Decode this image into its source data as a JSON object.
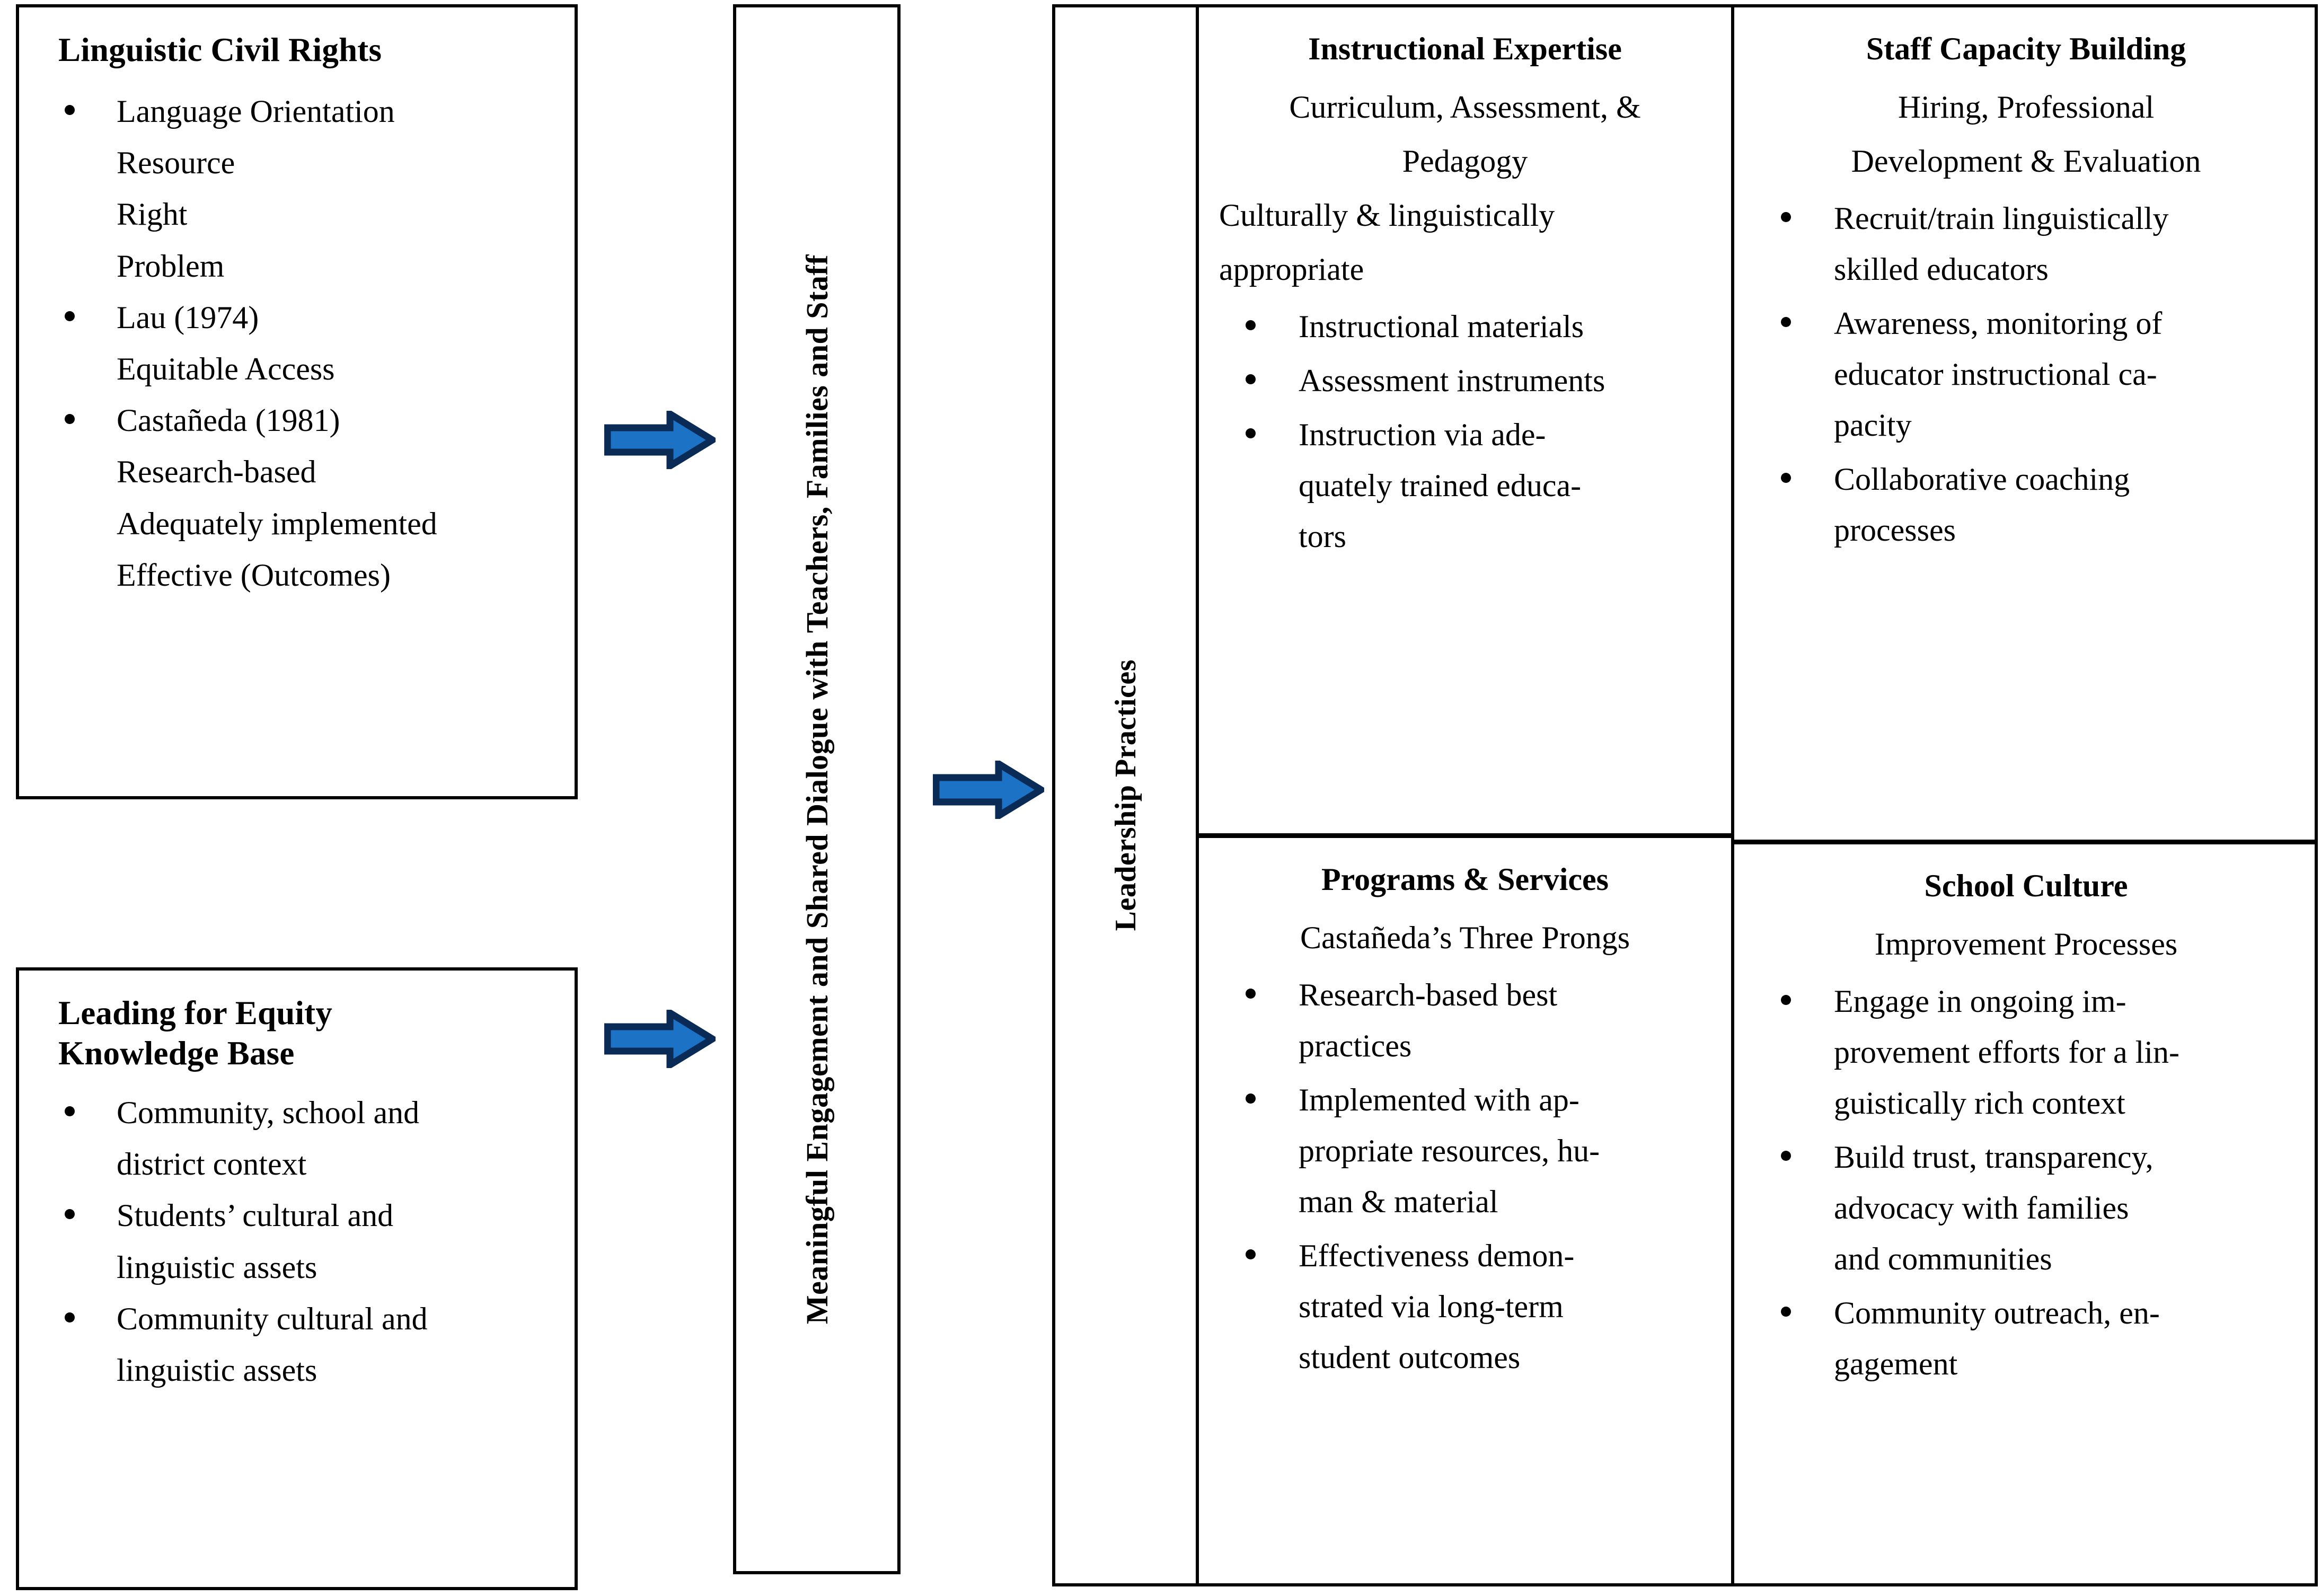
{
  "colors": {
    "arrow_fill": "#1C72C4",
    "arrow_outline": "#0A2B55",
    "border": "#000000",
    "background": "#FFFFFF",
    "text": "#000000"
  },
  "left_column": {
    "linguistic_civil_rights": {
      "title": "Linguistic Civil Rights",
      "items": [
        {
          "bullet": true,
          "text": "Language Orientation"
        },
        {
          "bullet": false,
          "text": "Resource"
        },
        {
          "bullet": false,
          "text": "Right"
        },
        {
          "bullet": false,
          "text": "Problem"
        },
        {
          "bullet": true,
          "text": "Lau (1974)"
        },
        {
          "bullet": false,
          "text": "Equitable Access"
        },
        {
          "bullet": true,
          "text": "Castañeda (1981)"
        },
        {
          "bullet": false,
          "text": "Research-based"
        },
        {
          "bullet": false,
          "text": "Adequately implemented"
        },
        {
          "bullet": false,
          "text": "Effective (Outcomes)"
        }
      ]
    },
    "leading_for_equity": {
      "title_line1": "Leading for Equity",
      "title_line2": "Knowledge Base",
      "items": [
        {
          "bullet": true,
          "text": "Community, school and"
        },
        {
          "bullet": false,
          "text": "district context"
        },
        {
          "bullet": true,
          "text": "Students’ cultural and"
        },
        {
          "bullet": false,
          "text": "linguistic assets"
        },
        {
          "bullet": true,
          "text": "Community cultural and"
        },
        {
          "bullet": false,
          "text": "linguistic assets"
        }
      ]
    }
  },
  "middle_box": {
    "label": "Meaningful Engagement and Shared Dialogue with Teachers, Families and Staff"
  },
  "right_table": {
    "leadership_practices_label": "Leadership Practices",
    "quadrants": [
      {
        "id": "instructional-expertise",
        "title": "Instructional Expertise",
        "subtitle_lines": [
          "Curriculum, Assessment, &",
          "Pedagogy"
        ],
        "subtitle_align": "center",
        "body_lines": [
          "Culturally & linguistically",
          "appropriate"
        ],
        "body_align": "left",
        "bullets": [
          [
            "Instructional materials"
          ],
          [
            "Assessment instruments"
          ],
          [
            "Instruction via ade-",
            "quately trained educa-",
            "tors"
          ]
        ]
      },
      {
        "id": "staff-capacity-building",
        "title": "Staff Capacity Building",
        "subtitle_lines": [
          "Hiring, Professional",
          "Development & Evaluation"
        ],
        "subtitle_align": "center",
        "body_lines": [],
        "body_align": "left",
        "bullets": [
          [
            "Recruit/train linguistically",
            "skilled educators"
          ],
          [
            "Awareness, monitoring of",
            "educator instructional ca-",
            "pacity"
          ],
          [
            "Collaborative coaching",
            "processes"
          ]
        ]
      },
      {
        "id": "programs-and-services",
        "title": "Programs & Services",
        "subtitle_lines": [
          "Castañeda’s Three Prongs"
        ],
        "subtitle_align": "center",
        "body_lines": [],
        "body_align": "left",
        "bullets": [
          [
            "Research-based best",
            "practices"
          ],
          [
            "Implemented with ap-",
            "propriate resources, hu-",
            "man & material"
          ],
          [
            "Effectiveness demon-",
            "strated via long-term",
            "student outcomes"
          ]
        ]
      },
      {
        "id": "school-culture",
        "title": "School Culture",
        "subtitle_lines": [
          "Improvement Processes"
        ],
        "subtitle_align": "center",
        "body_lines": [],
        "body_align": "left",
        "bullets": [
          [
            "Engage in ongoing im-",
            "provement efforts for a lin-",
            "guistically rich context"
          ],
          [
            "Build trust, transparency,",
            "advocacy with families",
            "and communities"
          ],
          [
            "Community outreach, en-",
            "gagement"
          ]
        ]
      }
    ]
  },
  "arrows": [
    {
      "id": "arrow-civil-rights-to-middle"
    },
    {
      "id": "arrow-middle-to-leadership"
    },
    {
      "id": "arrow-equity-to-middle"
    }
  ]
}
